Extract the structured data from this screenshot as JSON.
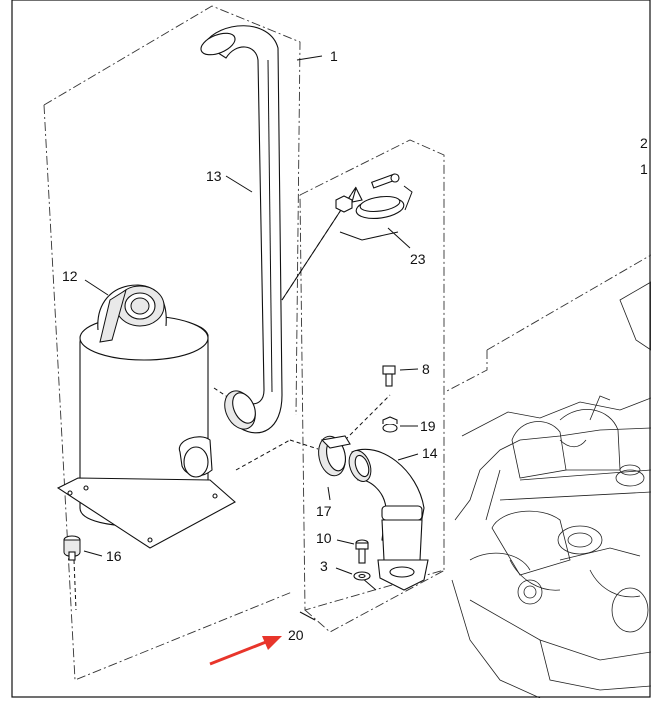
{
  "diagram": {
    "callouts": [
      "1",
      "13",
      "23",
      "12",
      "8",
      "19",
      "14",
      "17",
      "10",
      "16",
      "3",
      "20",
      "2",
      "1"
    ],
    "arrow_color": "#e8352b",
    "line_color": "#111111"
  }
}
